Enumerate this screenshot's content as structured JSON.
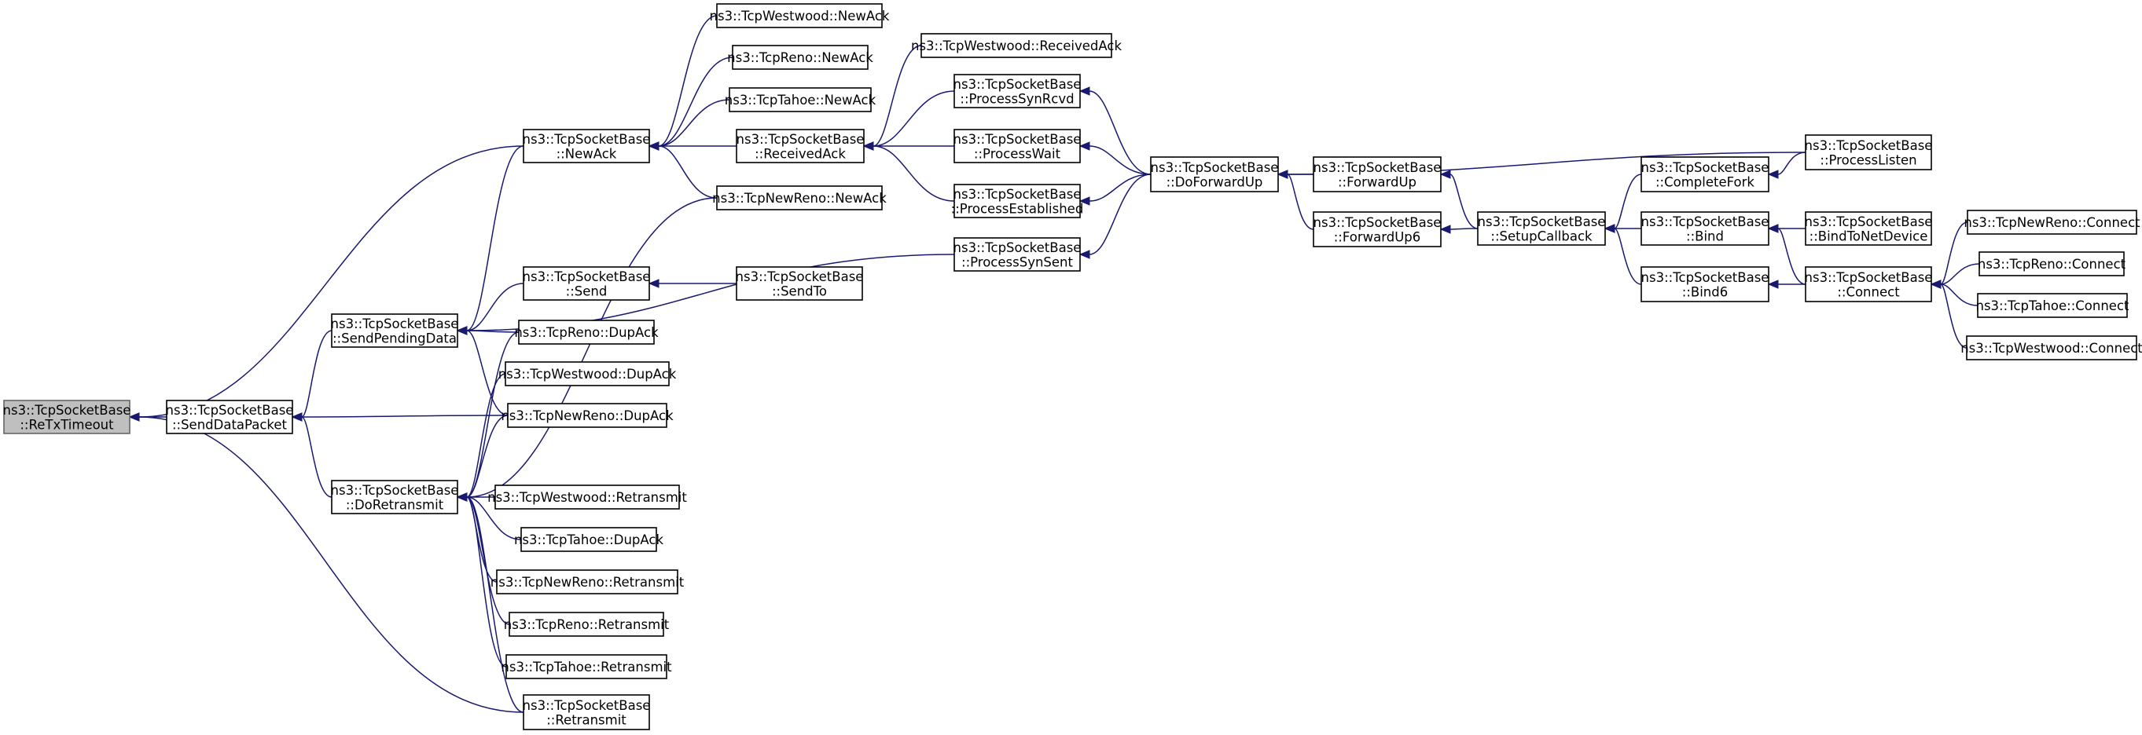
{
  "colors": {
    "edge": "#191970",
    "root_fill": "#bfbfbf",
    "node_fill": "#ffffff",
    "node_border": "#000000"
  },
  "nodes": [
    {
      "id": "retx",
      "lines": [
        "ns3::TcpSocketBase",
        "::ReTxTimeout"
      ],
      "root": true
    },
    {
      "id": "sdp",
      "lines": [
        "ns3::TcpSocketBase",
        "::SendDataPacket"
      ]
    },
    {
      "id": "spd",
      "lines": [
        "ns3::TcpSocketBase",
        "::SendPendingData"
      ]
    },
    {
      "id": "doret",
      "lines": [
        "ns3::TcpSocketBase",
        "::DoRetransmit"
      ]
    },
    {
      "id": "newack",
      "lines": [
        "ns3::TcpSocketBase",
        "::NewAck"
      ]
    },
    {
      "id": "send",
      "lines": [
        "ns3::TcpSocketBase",
        "::Send"
      ]
    },
    {
      "id": "tbret",
      "lines": [
        "ns3::TcpSocketBase",
        "::Retransmit"
      ]
    },
    {
      "id": "wna",
      "lines": [
        "ns3::TcpWestwood::NewAck"
      ]
    },
    {
      "id": "rna",
      "lines": [
        "ns3::TcpReno::NewAck"
      ]
    },
    {
      "id": "tna",
      "lines": [
        "ns3::TcpTahoe::NewAck"
      ]
    },
    {
      "id": "nrna",
      "lines": [
        "ns3::TcpNewReno::NewAck"
      ]
    },
    {
      "id": "rack",
      "lines": [
        "ns3::TcpSocketBase",
        "::ReceivedAck"
      ]
    },
    {
      "id": "wrack",
      "lines": [
        "ns3::TcpWestwood::ReceivedAck"
      ]
    },
    {
      "id": "psr",
      "lines": [
        "ns3::TcpSocketBase",
        "::ProcessSynRcvd"
      ]
    },
    {
      "id": "pw",
      "lines": [
        "ns3::TcpSocketBase",
        "::ProcessWait"
      ]
    },
    {
      "id": "pe",
      "lines": [
        "ns3::TcpSocketBase",
        "::ProcessEstablished"
      ]
    },
    {
      "id": "pss",
      "lines": [
        "ns3::TcpSocketBase",
        "::ProcessSynSent"
      ]
    },
    {
      "id": "sendto",
      "lines": [
        "ns3::TcpSocketBase",
        "::SendTo"
      ]
    },
    {
      "id": "rdup",
      "lines": [
        "ns3::TcpReno::DupAck"
      ]
    },
    {
      "id": "wdup",
      "lines": [
        "ns3::TcpWestwood::DupAck"
      ]
    },
    {
      "id": "nrdup",
      "lines": [
        "ns3::TcpNewReno::DupAck"
      ]
    },
    {
      "id": "wret",
      "lines": [
        "ns3::TcpWestwood::Retransmit"
      ]
    },
    {
      "id": "tdup",
      "lines": [
        "ns3::TcpTahoe::DupAck"
      ]
    },
    {
      "id": "nrret",
      "lines": [
        "ns3::TcpNewReno::Retransmit"
      ]
    },
    {
      "id": "rret",
      "lines": [
        "ns3::TcpReno::Retransmit"
      ]
    },
    {
      "id": "tret",
      "lines": [
        "ns3::TcpTahoe::Retransmit"
      ]
    },
    {
      "id": "dfu",
      "lines": [
        "ns3::TcpSocketBase",
        "::DoForwardUp"
      ]
    },
    {
      "id": "fu",
      "lines": [
        "ns3::TcpSocketBase",
        "::ForwardUp"
      ]
    },
    {
      "id": "fu6",
      "lines": [
        "ns3::TcpSocketBase",
        "::ForwardUp6"
      ]
    },
    {
      "id": "scb",
      "lines": [
        "ns3::TcpSocketBase",
        "::SetupCallback"
      ]
    },
    {
      "id": "cf",
      "lines": [
        "ns3::TcpSocketBase",
        "::CompleteFork"
      ]
    },
    {
      "id": "bind",
      "lines": [
        "ns3::TcpSocketBase",
        "::Bind"
      ]
    },
    {
      "id": "bind6",
      "lines": [
        "ns3::TcpSocketBase",
        "::Bind6"
      ]
    },
    {
      "id": "pl",
      "lines": [
        "ns3::TcpSocketBase",
        "::ProcessListen"
      ]
    },
    {
      "id": "btnd",
      "lines": [
        "ns3::TcpSocketBase",
        "::BindToNetDevice"
      ]
    },
    {
      "id": "conn",
      "lines": [
        "ns3::TcpSocketBase",
        "::Connect"
      ]
    },
    {
      "id": "nrconn",
      "lines": [
        "ns3::TcpNewReno::Connect"
      ]
    },
    {
      "id": "rconn",
      "lines": [
        "ns3::TcpReno::Connect"
      ]
    },
    {
      "id": "tconn",
      "lines": [
        "ns3::TcpTahoe::Connect"
      ]
    },
    {
      "id": "wconn",
      "lines": [
        "ns3::TcpWestwood::Connect"
      ]
    }
  ],
  "edges": [
    [
      "retx",
      "sdp"
    ],
    [
      "retx",
      "newack"
    ],
    [
      "retx",
      "tbret"
    ],
    [
      "sdp",
      "spd"
    ],
    [
      "sdp",
      "doret"
    ],
    [
      "sdp",
      "nrdup"
    ],
    [
      "spd",
      "newack"
    ],
    [
      "spd",
      "send"
    ],
    [
      "spd",
      "rdup"
    ],
    [
      "spd",
      "nrdup"
    ],
    [
      "spd",
      "pss"
    ],
    [
      "doret",
      "wdup"
    ],
    [
      "doret",
      "rdup"
    ],
    [
      "doret",
      "nrdup"
    ],
    [
      "doret",
      "wret"
    ],
    [
      "doret",
      "tdup"
    ],
    [
      "doret",
      "nrret"
    ],
    [
      "doret",
      "rret"
    ],
    [
      "doret",
      "tret"
    ],
    [
      "doret",
      "tbret"
    ],
    [
      "doret",
      "nrna"
    ],
    [
      "newack",
      "wna"
    ],
    [
      "newack",
      "rna"
    ],
    [
      "newack",
      "tna"
    ],
    [
      "newack",
      "rack"
    ],
    [
      "newack",
      "nrna"
    ],
    [
      "send",
      "sendto"
    ],
    [
      "rack",
      "wrack"
    ],
    [
      "rack",
      "psr"
    ],
    [
      "rack",
      "pw"
    ],
    [
      "rack",
      "pe"
    ],
    [
      "psr",
      "dfu"
    ],
    [
      "pw",
      "dfu"
    ],
    [
      "pe",
      "dfu"
    ],
    [
      "pss",
      "dfu"
    ],
    [
      "dfu",
      "fu"
    ],
    [
      "dfu",
      "fu6"
    ],
    [
      "dfu",
      "pl"
    ],
    [
      "fu",
      "scb"
    ],
    [
      "fu6",
      "scb"
    ],
    [
      "scb",
      "cf"
    ],
    [
      "scb",
      "bind"
    ],
    [
      "scb",
      "bind6"
    ],
    [
      "cf",
      "pl"
    ],
    [
      "bind",
      "btnd"
    ],
    [
      "bind",
      "conn"
    ],
    [
      "bind6",
      "conn"
    ],
    [
      "conn",
      "nrconn"
    ],
    [
      "conn",
      "rconn"
    ],
    [
      "conn",
      "tconn"
    ],
    [
      "conn",
      "wconn"
    ]
  ]
}
